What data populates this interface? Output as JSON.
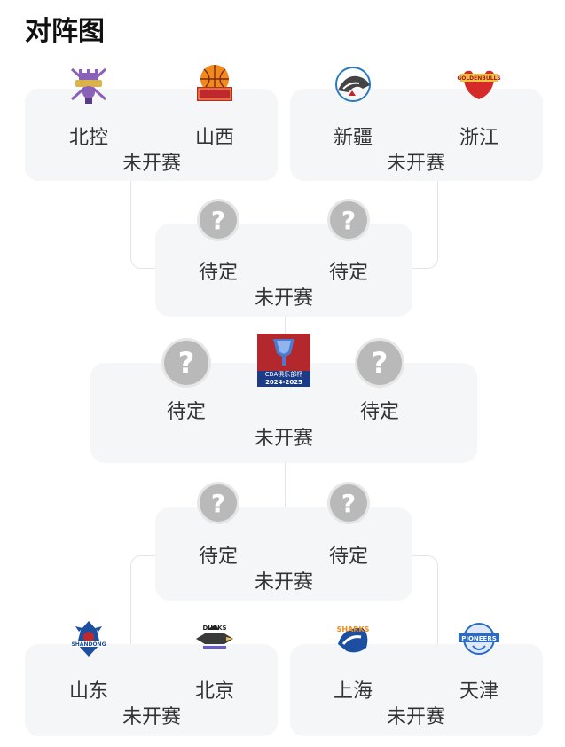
{
  "page_title": "对阵图",
  "status_text": "未开赛",
  "placeholder": "?",
  "tbd": "待定",
  "trophy": {
    "line1": "CBA俱乐部杯",
    "line2": "2024-2025"
  },
  "matches": {
    "top_left": {
      "home": "北控",
      "away": "山西",
      "status": "未开赛"
    },
    "top_right": {
      "home": "新疆",
      "away": "浙江",
      "status": "未开赛"
    },
    "semi_top": {
      "home": "待定",
      "away": "待定",
      "status": "未开赛"
    },
    "final": {
      "home": "待定",
      "away": "待定",
      "status": "未开赛"
    },
    "semi_bottom": {
      "home": "待定",
      "away": "待定",
      "status": "未开赛"
    },
    "bottom_left": {
      "home": "山东",
      "away": "北京",
      "status": "未开赛"
    },
    "bottom_right": {
      "home": "上海",
      "away": "天津",
      "status": "未开赛"
    }
  },
  "logos": {
    "beikong": "beikong-logo-icon",
    "shanxi": "shanxi-logo-icon",
    "xinjiang": "xinjiang-logo-icon",
    "zhejiang": "zhejiang-logo-icon",
    "shandong": "shandong-logo-icon",
    "beijing": "beijing-logo-icon",
    "shanghai": "shanghai-logo-icon",
    "tianjin": "tianjin-logo-icon"
  },
  "logo_texts": {
    "zhejiang": "GOLDENBULLS",
    "beijing": "DUCKS",
    "shanghai": "SHARKS",
    "tianjin": "PIONEERS",
    "shandong": "SHANDONG"
  }
}
